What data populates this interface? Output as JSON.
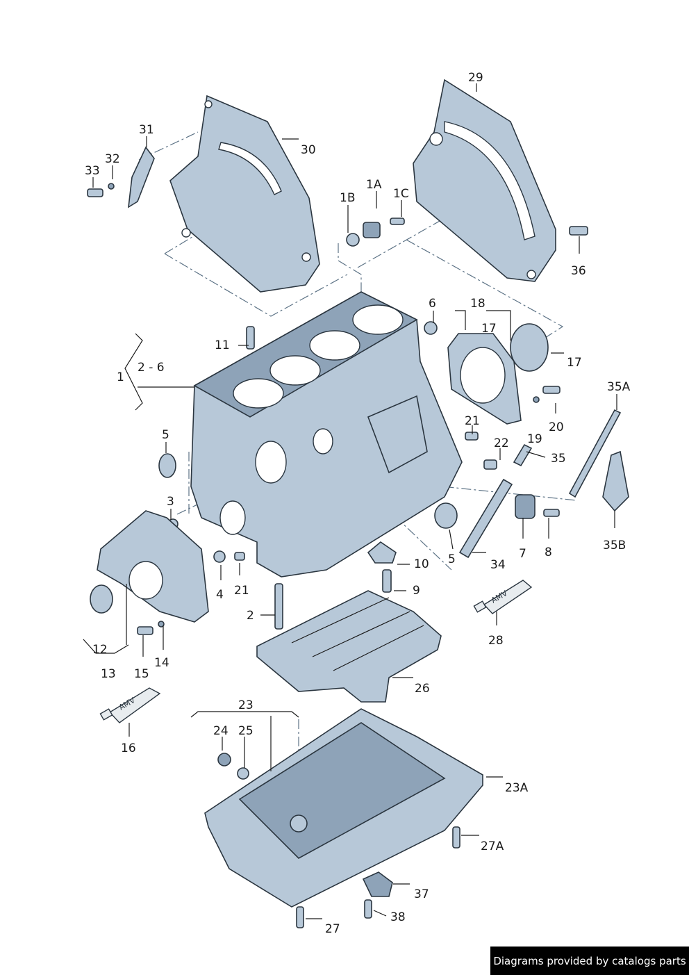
{
  "labels": [
    {
      "id": "1",
      "text": "1"
    },
    {
      "id": "1A",
      "text": "1A"
    },
    {
      "id": "1B",
      "text": "1B"
    },
    {
      "id": "1C",
      "text": "1C"
    },
    {
      "id": "2",
      "text": "2"
    },
    {
      "id": "2-6",
      "text": "2 - 6"
    },
    {
      "id": "3",
      "text": "3"
    },
    {
      "id": "4",
      "text": "4"
    },
    {
      "id": "5a",
      "text": "5"
    },
    {
      "id": "5b",
      "text": "5"
    },
    {
      "id": "6",
      "text": "6"
    },
    {
      "id": "7",
      "text": "7"
    },
    {
      "id": "8",
      "text": "8"
    },
    {
      "id": "9",
      "text": "9"
    },
    {
      "id": "10",
      "text": "10"
    },
    {
      "id": "11",
      "text": "11"
    },
    {
      "id": "12",
      "text": "12"
    },
    {
      "id": "13",
      "text": "13"
    },
    {
      "id": "14",
      "text": "14"
    },
    {
      "id": "15",
      "text": "15"
    },
    {
      "id": "16",
      "text": "16"
    },
    {
      "id": "17a",
      "text": "17"
    },
    {
      "id": "17b",
      "text": "17"
    },
    {
      "id": "18",
      "text": "18"
    },
    {
      "id": "19",
      "text": "19"
    },
    {
      "id": "20",
      "text": "20"
    },
    {
      "id": "21a",
      "text": "21"
    },
    {
      "id": "21b",
      "text": "21"
    },
    {
      "id": "22",
      "text": "22"
    },
    {
      "id": "23",
      "text": "23"
    },
    {
      "id": "23A",
      "text": "23A"
    },
    {
      "id": "24",
      "text": "24"
    },
    {
      "id": "25",
      "text": "25"
    },
    {
      "id": "26",
      "text": "26"
    },
    {
      "id": "27",
      "text": "27"
    },
    {
      "id": "27A",
      "text": "27A"
    },
    {
      "id": "28",
      "text": "28"
    },
    {
      "id": "29",
      "text": "29"
    },
    {
      "id": "30",
      "text": "30"
    },
    {
      "id": "31",
      "text": "31"
    },
    {
      "id": "32",
      "text": "32"
    },
    {
      "id": "33",
      "text": "33"
    },
    {
      "id": "34",
      "text": "34"
    },
    {
      "id": "35",
      "text": "35"
    },
    {
      "id": "35A",
      "text": "35A"
    },
    {
      "id": "35B",
      "text": "35B"
    },
    {
      "id": "36",
      "text": "36"
    },
    {
      "id": "37",
      "text": "37"
    },
    {
      "id": "38",
      "text": "38"
    }
  ],
  "tube_marking": "AMV",
  "credit": "Diagrams provided by catalogs parts"
}
